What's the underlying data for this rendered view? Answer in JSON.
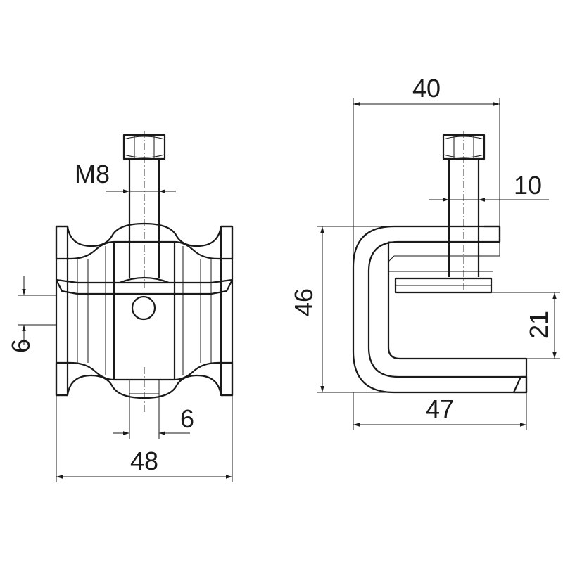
{
  "drawing": {
    "front_view": {
      "dimensions": {
        "thread": "M8",
        "lip_height": "6",
        "bolt_offset": "6",
        "overall_width": "48"
      }
    },
    "side_view": {
      "dimensions": {
        "top_width": "40",
        "bolt_diameter": "10",
        "overall_height": "46",
        "opening": "21",
        "base_width": "47"
      }
    }
  }
}
